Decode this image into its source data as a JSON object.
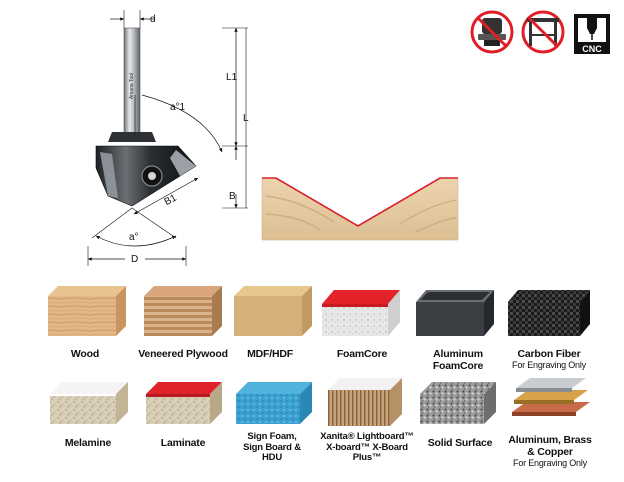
{
  "dimensions": {
    "d": "d",
    "L1": "L1",
    "L": "L",
    "B": "B",
    "B1": "B1",
    "angle_a1": "a°1",
    "angle_a": "a°",
    "D": "D"
  },
  "shank_brand_text": "Amana Tool",
  "icons": [
    {
      "name": "no-handheld-router-icon",
      "prohibited": true
    },
    {
      "name": "no-router-table-icon",
      "prohibited": true
    },
    {
      "name": "cnc-machine-icon",
      "prohibited": false,
      "text": "CNC"
    }
  ],
  "colors": {
    "prohibit_red": "#e01e26",
    "wood_sample": "#e8c9a0",
    "groove_line": "#d8202a"
  },
  "materials": [
    {
      "label": "Wood",
      "sub": ""
    },
    {
      "label": "Veneered Plywood",
      "sub": ""
    },
    {
      "label": "MDF/HDF",
      "sub": ""
    },
    {
      "label": "FoamCore",
      "sub": ""
    },
    {
      "label": "Aluminum FoamCore",
      "sub": ""
    },
    {
      "label": "Carbon Fiber",
      "sub": "For Engraving Only"
    },
    {
      "label": "Melamine",
      "sub": ""
    },
    {
      "label": "Laminate",
      "sub": ""
    },
    {
      "label": "Sign Foam, Sign Board & HDU",
      "sub": ""
    },
    {
      "label": "Xanita® Lightboard™ X-board™ X-Board Plus™",
      "sub": ""
    },
    {
      "label": "Solid Surface",
      "sub": ""
    },
    {
      "label": "Aluminum, Brass & Copper",
      "sub": "For Engraving Only"
    }
  ]
}
